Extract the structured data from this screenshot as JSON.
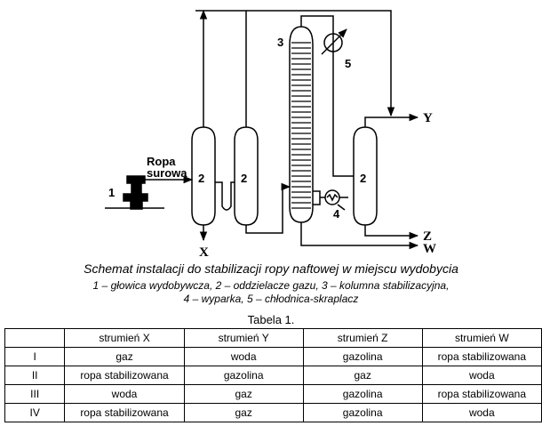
{
  "diagram": {
    "labels": {
      "crude_oil_line1": "Ropa",
      "crude_oil_line2": "surowa",
      "wellhead_num": "1",
      "separator1_num": "2",
      "separator2_num": "2",
      "column_num": "3",
      "condenser_num": "5",
      "reboiler_num": "4",
      "separator3_num": "2",
      "stream_x": "X",
      "stream_y": "Y",
      "stream_z": "Z",
      "stream_w": "W"
    }
  },
  "caption": {
    "title": "Schemat instalacji do stabilizacji ropy naftowej w miejscu wydobycia",
    "legend_line1": "1 – głowica wydobywcza, 2 – oddzielacze gazu, 3 – kolumna stabilizacyjna,",
    "legend_line2": "4 – wyparka, 5 – chłodnica-skraplacz"
  },
  "table": {
    "title": "Tabela 1.",
    "headers": [
      "",
      "strumień X",
      "strumień Y",
      "strumień Z",
      "strumień W"
    ],
    "rows": [
      [
        "I",
        "gaz",
        "woda",
        "gazolina",
        "ropa stabilizowana"
      ],
      [
        "II",
        "ropa stabilizowana",
        "gazolina",
        "gaz",
        "woda"
      ],
      [
        "III",
        "woda",
        "gaz",
        "gazolina",
        "ropa stabilizowana"
      ],
      [
        "IV",
        "ropa stabilizowana",
        "gaz",
        "gazolina",
        "woda"
      ]
    ]
  }
}
